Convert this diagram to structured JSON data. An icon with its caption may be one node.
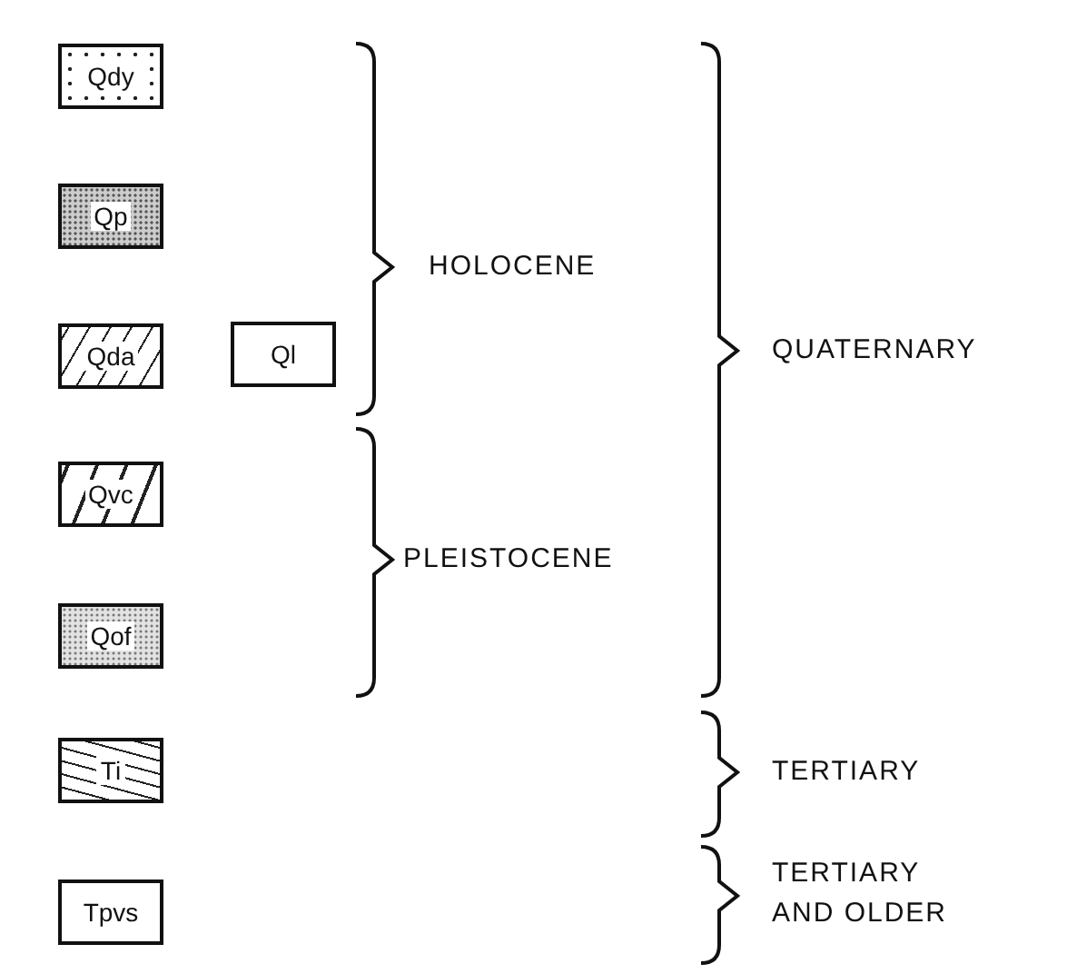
{
  "diagram": {
    "nodes": [
      {
        "text": [
          "Qdy"
        ]
      },
      {
        "text": [
          "Qp"
        ]
      },
      {
        "text": [
          "Qda"
        ]
      },
      {
        "text": [
          "Ql"
        ]
      },
      {
        "text": [
          "Qvc"
        ]
      },
      {
        "text": [
          "Qof"
        ]
      },
      {
        "text": [
          "Ti"
        ]
      },
      {
        "text": [
          "Tpvs"
        ]
      }
    ],
    "labels": [
      "HOLOCENE",
      "QUATERNARY",
      "PLEISTOCENE",
      "TERTIARY",
      "TERTIARY AND OLDER"
    ]
  }
}
